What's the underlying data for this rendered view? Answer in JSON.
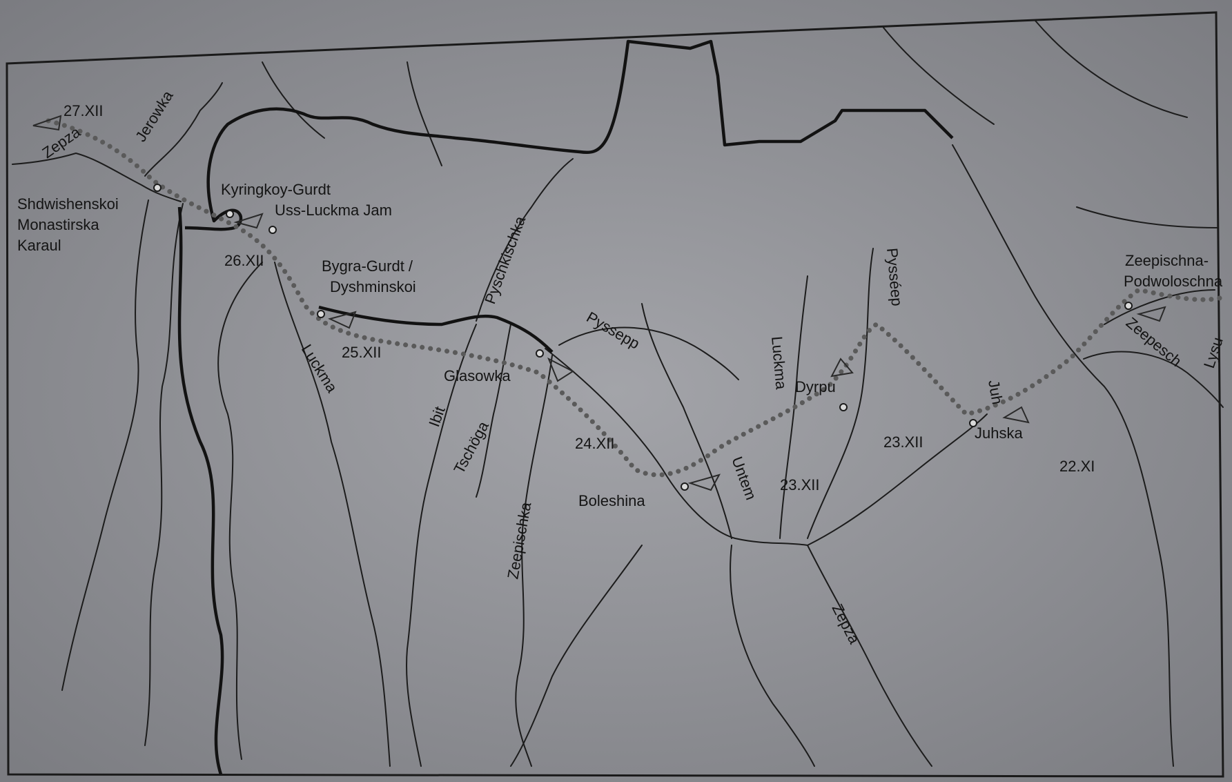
{
  "map": {
    "place_labels": [
      {
        "id": "shdwishenskoi",
        "text": "Shdwishenskoi"
      },
      {
        "id": "monastirska",
        "text": "Monastirska"
      },
      {
        "id": "karaul",
        "text": "Karaul"
      },
      {
        "id": "kyringkoy",
        "text": "Kyringkoy-Gurdt"
      },
      {
        "id": "uss-luckma",
        "text": "Uss-Luckma Jam"
      },
      {
        "id": "bygra",
        "text": "Bygra-Gurdt /"
      },
      {
        "id": "dyshminskoi",
        "text": "Dyshminskoi"
      },
      {
        "id": "glasowka",
        "text": "Glasowka"
      },
      {
        "id": "boleshina",
        "text": "Boleshina"
      },
      {
        "id": "dyrpu",
        "text": "Dyrpu"
      },
      {
        "id": "juhska",
        "text": "Juhska"
      },
      {
        "id": "zeepischna",
        "text": "Zeepischna-"
      },
      {
        "id": "podwoloschna",
        "text": "Podwoloschna"
      }
    ],
    "river_labels": [
      {
        "id": "jerowka",
        "text": "Jerowka"
      },
      {
        "id": "zepza-west",
        "text": "Zepza"
      },
      {
        "id": "pyschkischka",
        "text": "Pyschkischka"
      },
      {
        "id": "luckma-west",
        "text": "Luckma"
      },
      {
        "id": "pyssepp",
        "text": "Pyssepp"
      },
      {
        "id": "ibit",
        "text": "Ibit"
      },
      {
        "id": "tschoga",
        "text": "Tschöga"
      },
      {
        "id": "zeepischka",
        "text": "Zeepischka"
      },
      {
        "id": "untem",
        "text": "Untem"
      },
      {
        "id": "luckma-east",
        "text": "Luckma"
      },
      {
        "id": "pysseep",
        "text": "Pysséep"
      },
      {
        "id": "juh",
        "text": "Juh"
      },
      {
        "id": "zeepesch",
        "text": "Zeepesch"
      },
      {
        "id": "lysu",
        "text": "Lysu"
      },
      {
        "id": "zepza-south",
        "text": "Zepza"
      }
    ],
    "date_labels": [
      {
        "id": "d27",
        "text": "27.XII"
      },
      {
        "id": "d26",
        "text": "26.XII"
      },
      {
        "id": "d25",
        "text": "25.XII"
      },
      {
        "id": "d24",
        "text": "24.XII"
      },
      {
        "id": "d23a",
        "text": "23.XII"
      },
      {
        "id": "d23b",
        "text": "23.XII"
      },
      {
        "id": "d22",
        "text": "22.XI"
      }
    ],
    "colors": {
      "paper": "#8d8e93",
      "ink": "#141414",
      "route": "#5a5a5a"
    }
  }
}
